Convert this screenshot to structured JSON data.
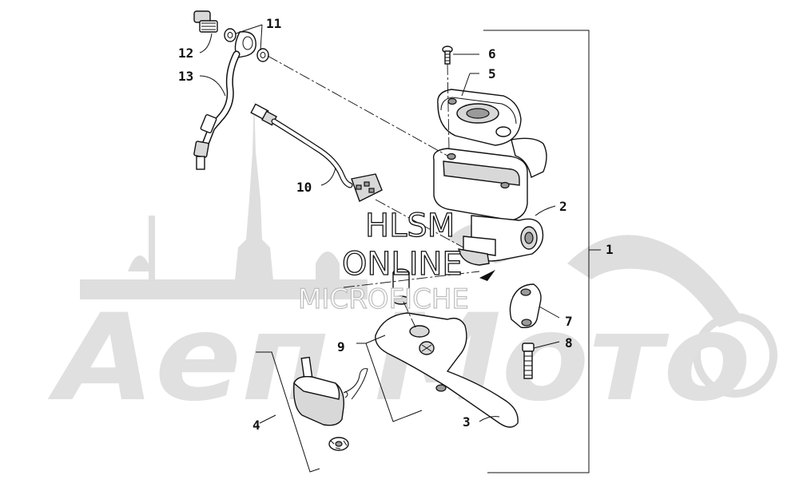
{
  "watermark": {
    "brand_text": "Аеп Мото",
    "line1": "HLSM",
    "line2": "ONLINE",
    "line3": "MICROFICHE"
  },
  "callouts": [
    "1",
    "2",
    "3",
    "4",
    "5",
    "6",
    "7",
    "8",
    "9",
    "10",
    "11",
    "12",
    "13"
  ],
  "colors": {
    "ink": "#111111",
    "watermark": "#d9d9d9",
    "background": "#ffffff"
  }
}
